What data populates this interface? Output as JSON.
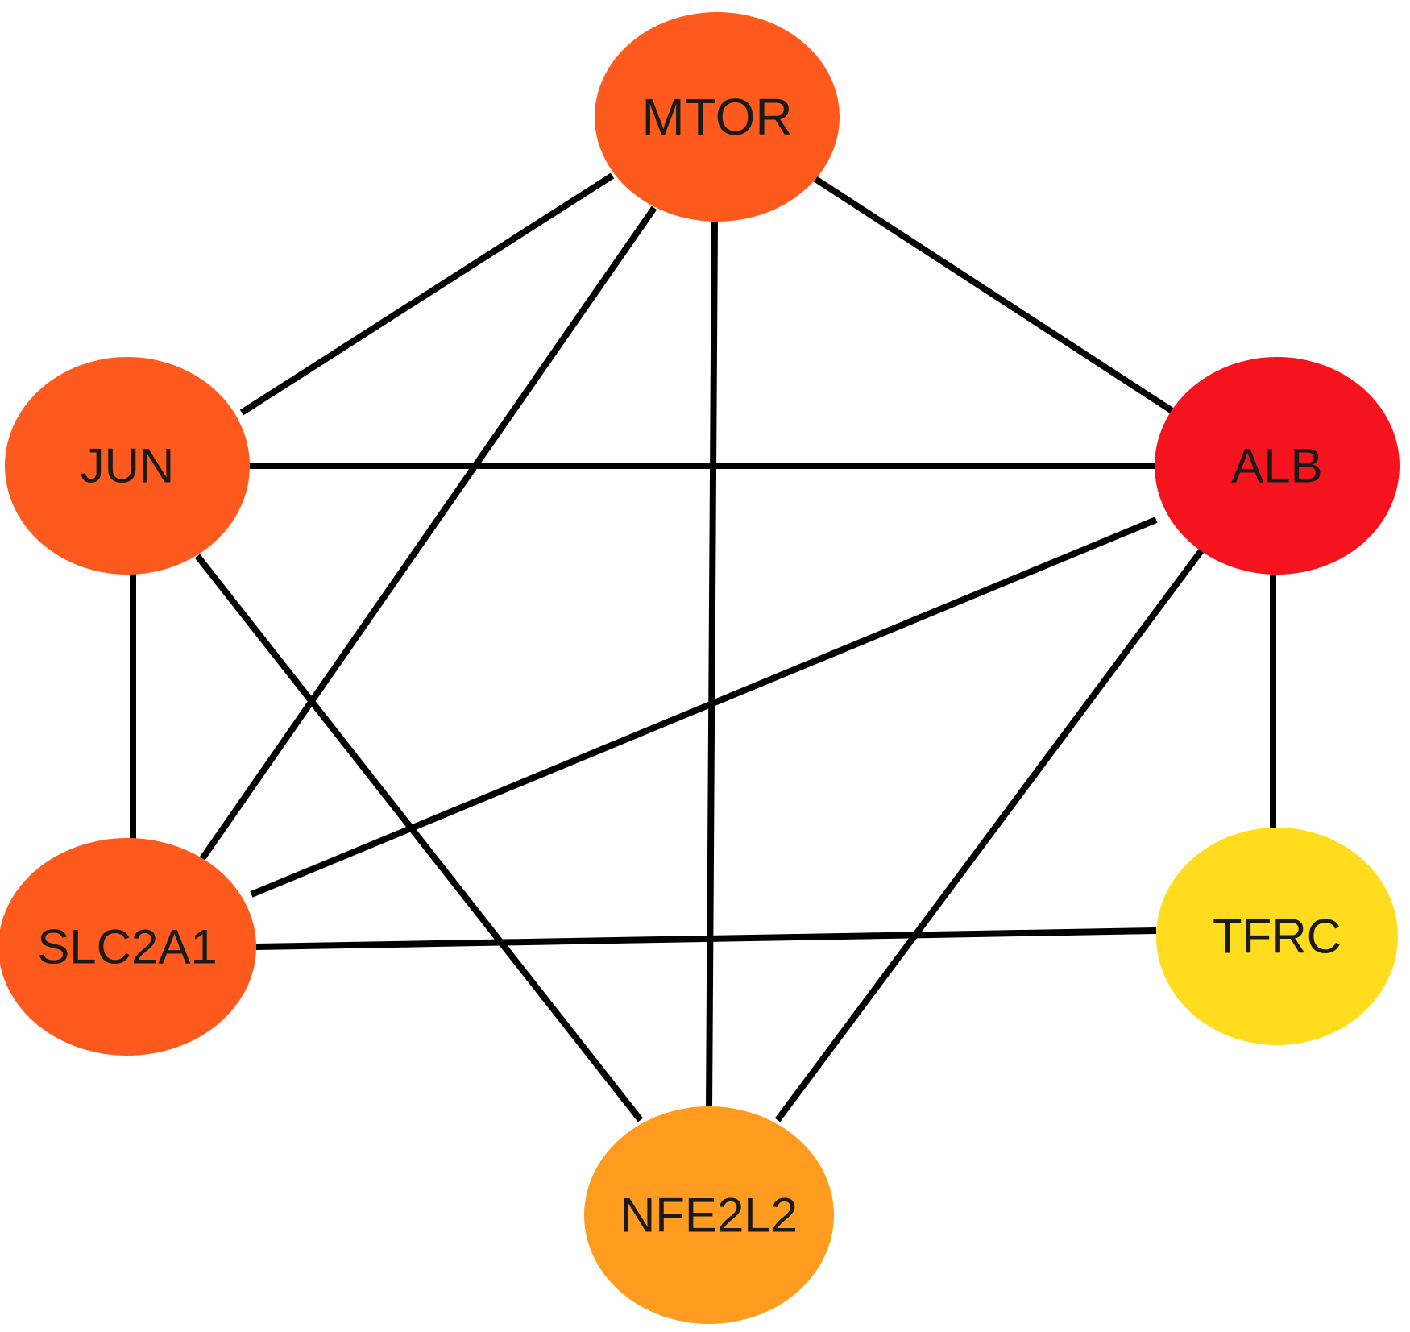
{
  "nodes": [
    {
      "id": "MTOR",
      "label": "MTOR",
      "color": "#FF5A1E"
    },
    {
      "id": "JUN",
      "label": "JUN",
      "color": "#FF5A1E"
    },
    {
      "id": "ALB",
      "label": "ALB",
      "color": "#F5141E"
    },
    {
      "id": "SLC2A1",
      "label": "SLC2A1",
      "color": "#FF5A1E"
    },
    {
      "id": "TFRC",
      "label": "TFRC",
      "color": "#FFDC1E"
    },
    {
      "id": "NFE2L2",
      "label": "NFE2L2",
      "color": "#FF9B1E"
    }
  ],
  "edges": [
    [
      "MTOR",
      "JUN"
    ],
    [
      "MTOR",
      "SLC2A1"
    ],
    [
      "MTOR",
      "NFE2L2"
    ],
    [
      "MTOR",
      "ALB"
    ],
    [
      "JUN",
      "ALB"
    ],
    [
      "JUN",
      "SLC2A1"
    ],
    [
      "JUN",
      "NFE2L2"
    ],
    [
      "ALB",
      "SLC2A1"
    ],
    [
      "ALB",
      "NFE2L2"
    ],
    [
      "ALB",
      "TFRC"
    ],
    [
      "SLC2A1",
      "TFRC"
    ]
  ]
}
